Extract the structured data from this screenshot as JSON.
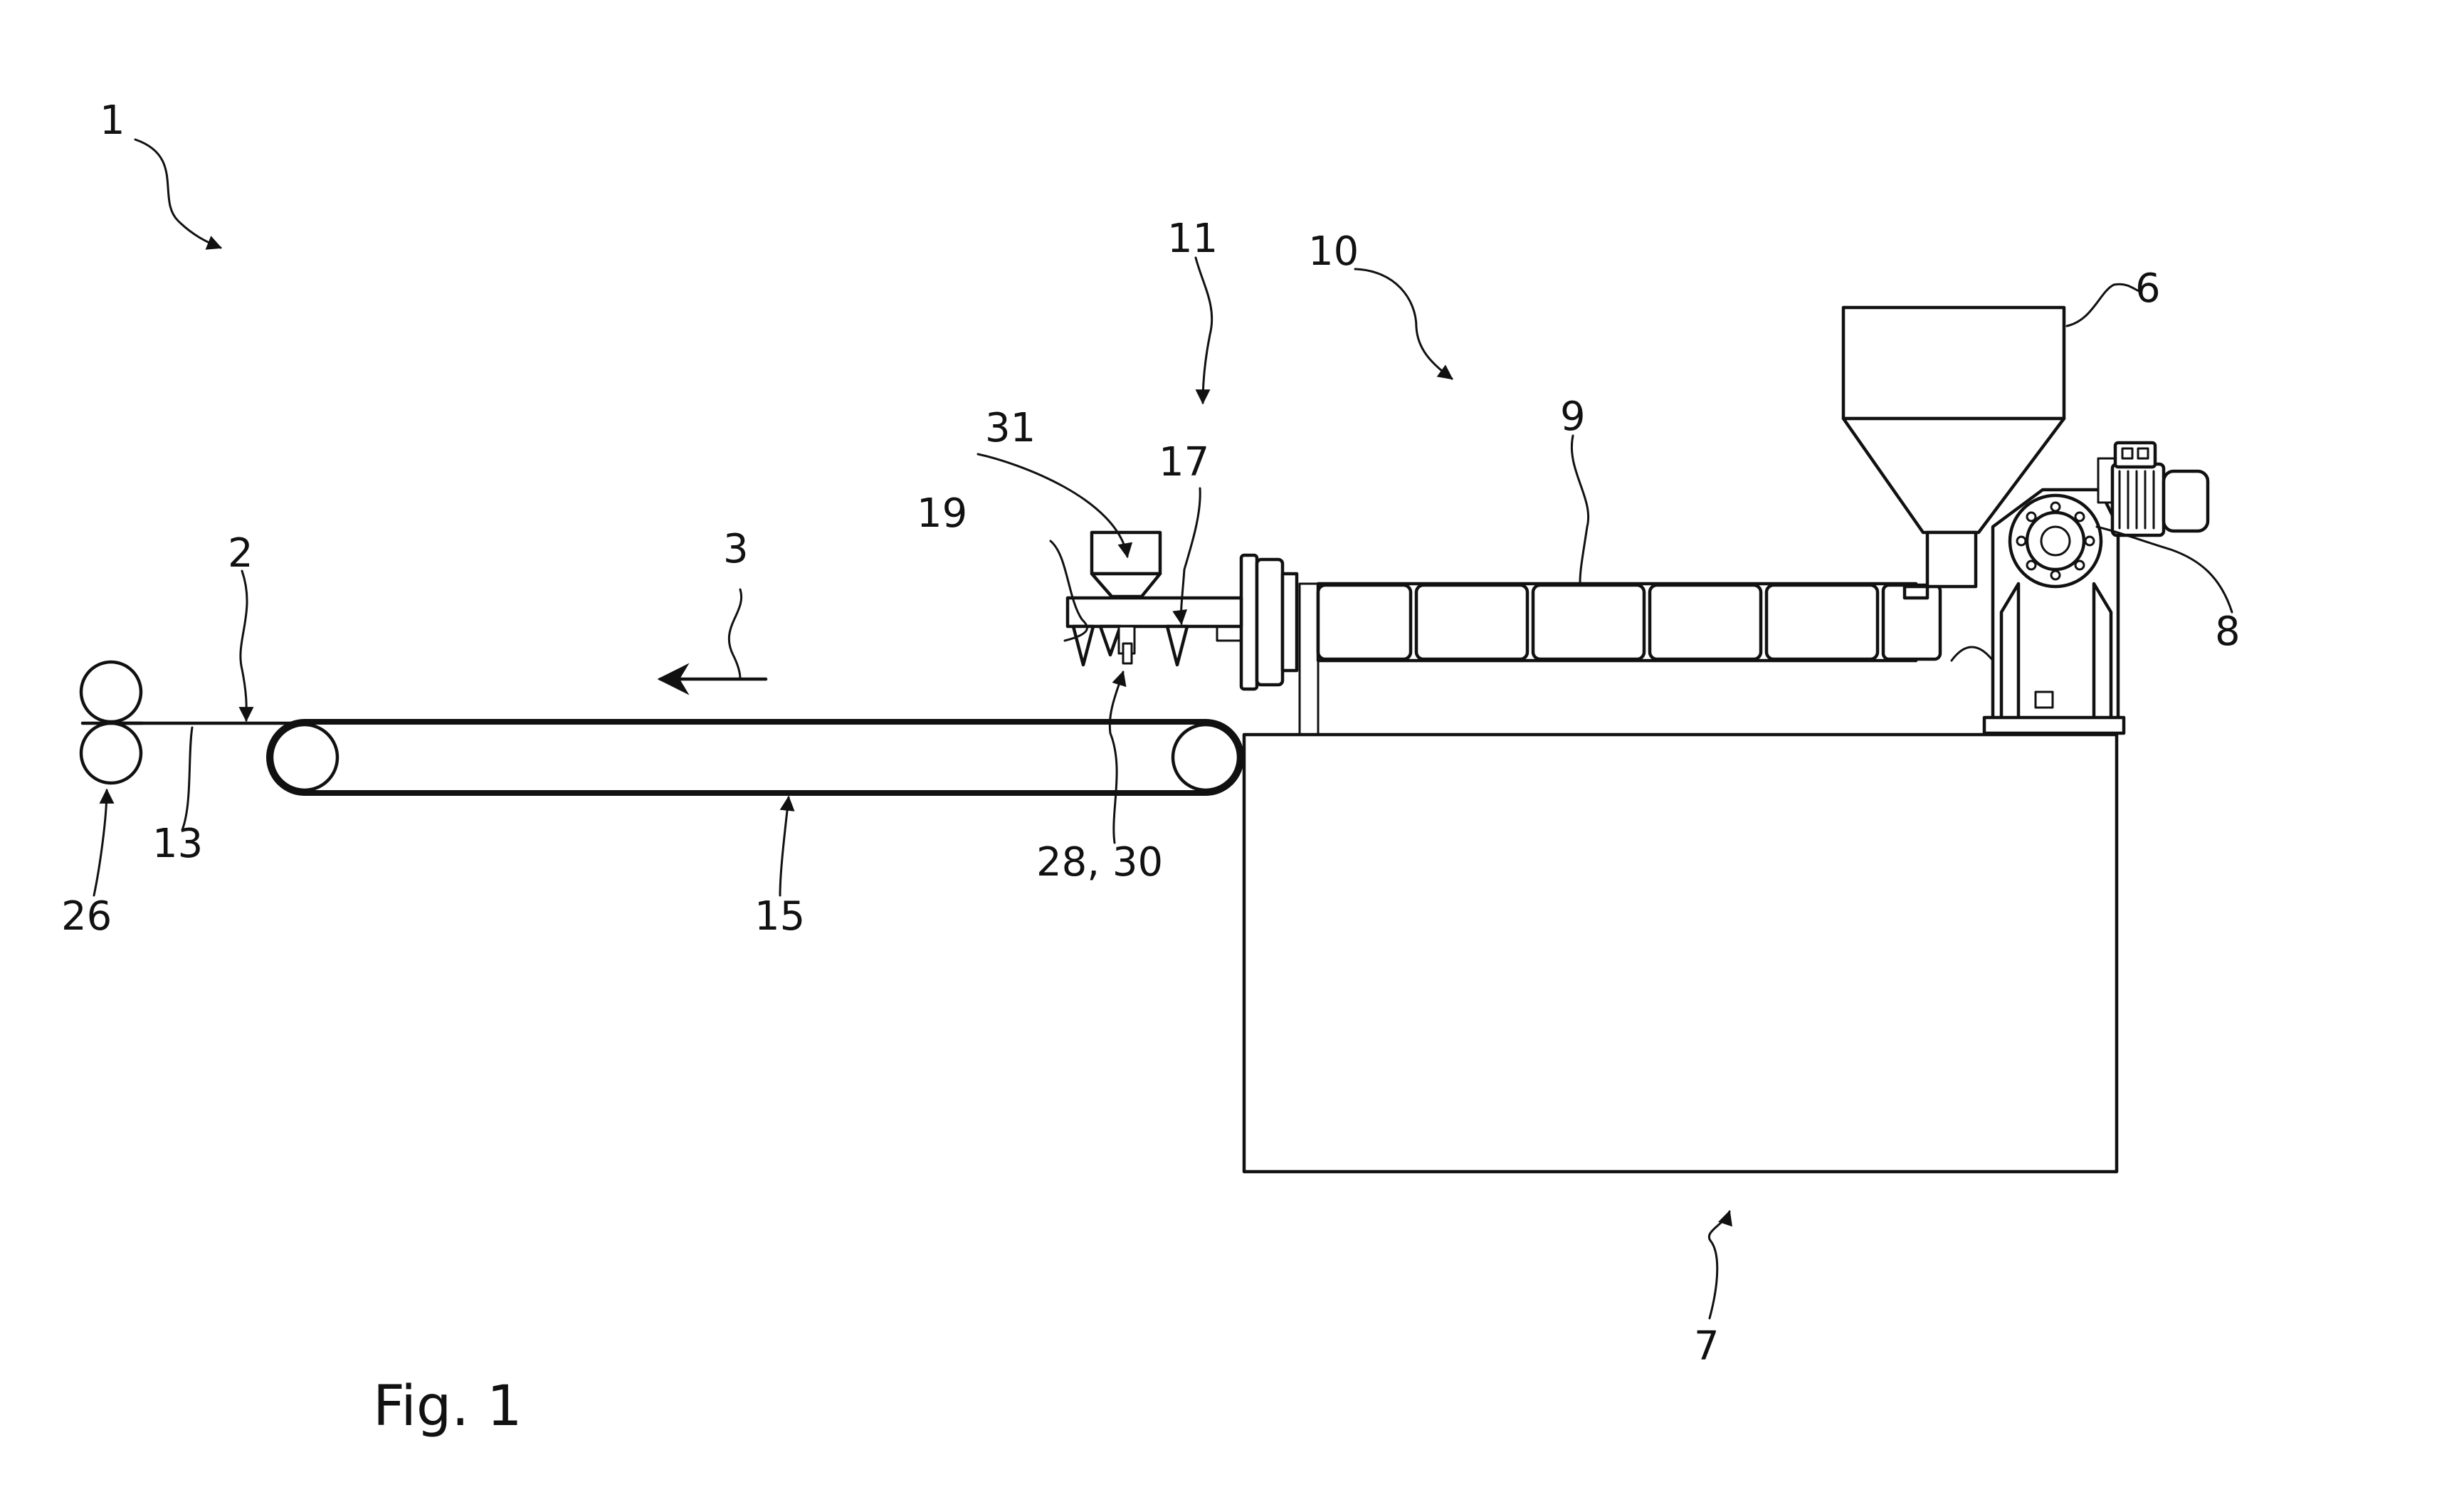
{
  "figure": {
    "caption": "Fig. 1",
    "reference_labels": {
      "r1": "1",
      "r2": "2",
      "r3": "3",
      "r6": "6",
      "r7": "7",
      "r8": "8",
      "r9": "9",
      "r10": "10",
      "r11": "11",
      "r13": "13",
      "r15": "15",
      "r17": "17",
      "r19": "19",
      "r26": "26",
      "r2830": "28, 30",
      "r31": "31"
    }
  }
}
